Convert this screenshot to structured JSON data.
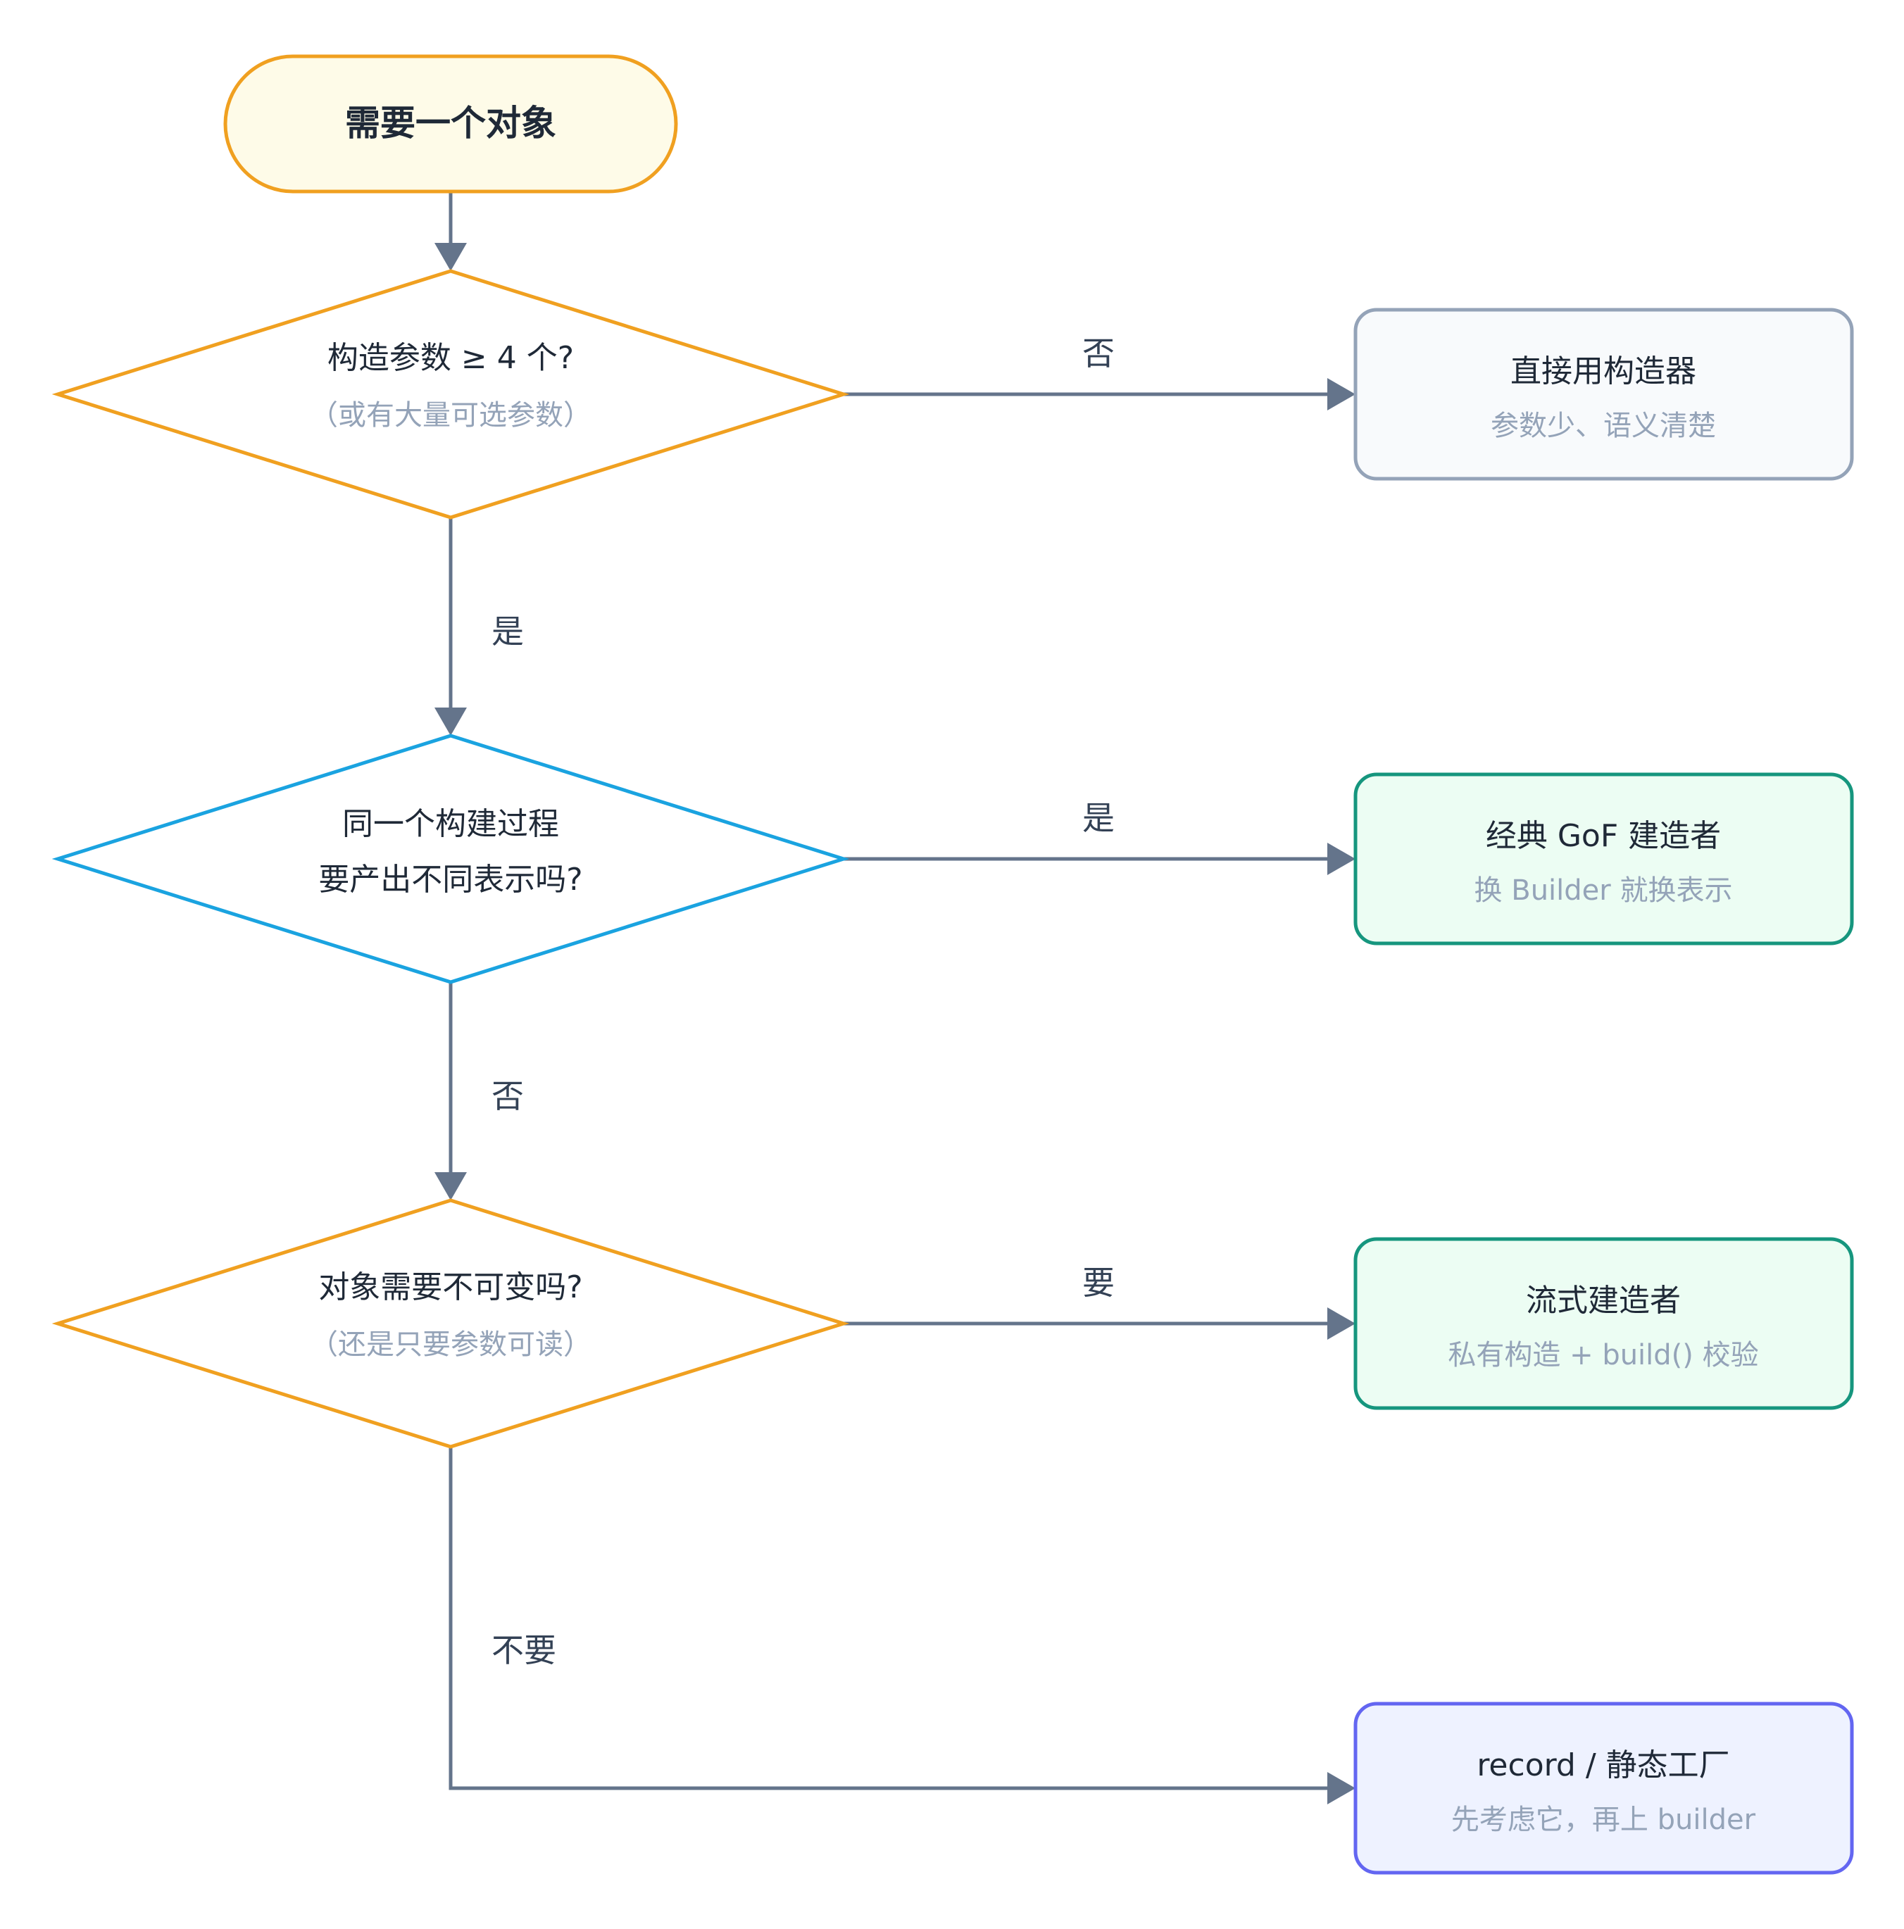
{
  "start": {
    "label": "需要一个对象"
  },
  "decisions": [
    {
      "line1": "构造参数 ≥ 4 个?",
      "sub": "（或有大量可选参数）"
    },
    {
      "line1": "同一个构建过程",
      "line2": "要产出不同表示吗?"
    },
    {
      "line1": "对象需要不可变吗?",
      "sub": "（还是只要参数可读）"
    }
  ],
  "outcomes": [
    {
      "title": "直接用构造器",
      "sub": "参数少、语义清楚"
    },
    {
      "title": "经典 GoF 建造者",
      "sub": "换 Builder 就换表示"
    },
    {
      "title": "流式建造者",
      "sub": "私有构造 + build() 校验"
    },
    {
      "title": "record / 静态工厂",
      "sub": "先考虑它，再上 builder"
    }
  ],
  "edges": {
    "d1_no": "否",
    "d1_yes": "是",
    "d2_yes": "是",
    "d2_no": "否",
    "d3_yes": "要",
    "d3_no": "不要"
  },
  "colors": {
    "start_fill": "#fefbe8",
    "start_stroke": "#f0a020",
    "decision_orange": "#f0a020",
    "decision_blue": "#1aa3e0",
    "box_gray_fill": "#f8fafc",
    "box_gray_stroke": "#94a3b8",
    "box_green_fill": "#ecfdf3",
    "box_green_stroke": "#16967e",
    "box_purple_fill": "#eef2ff",
    "box_purple_stroke": "#6366f1",
    "edge": "#64748b"
  }
}
